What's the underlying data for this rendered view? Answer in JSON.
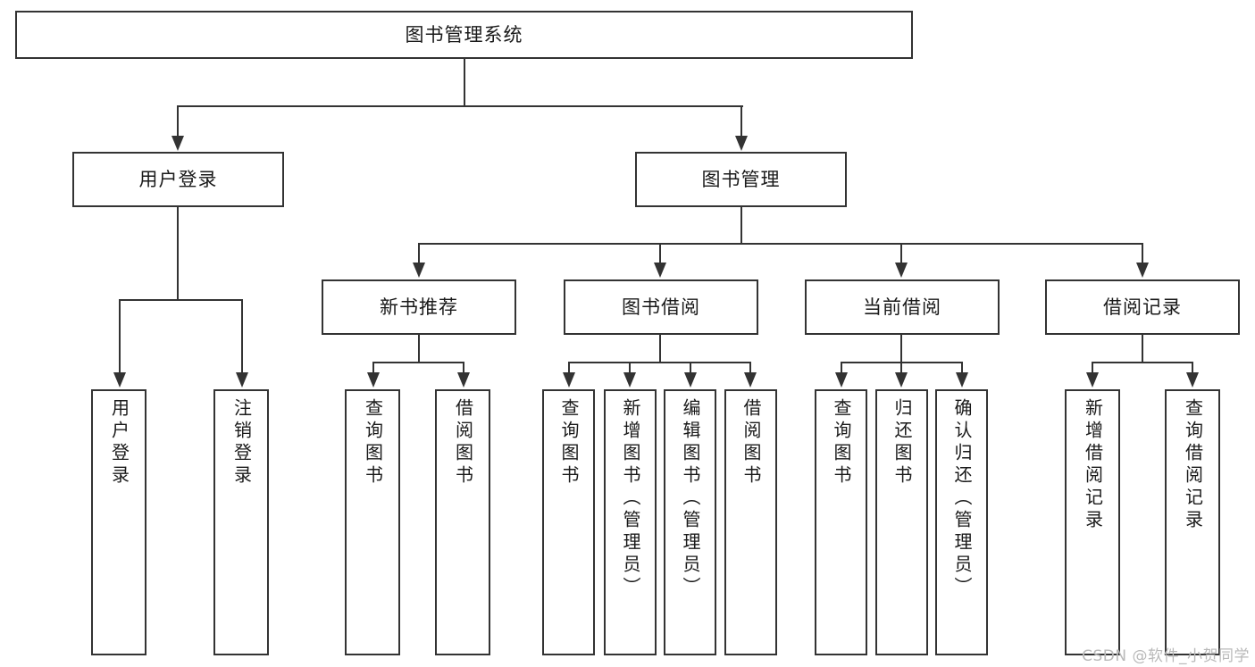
{
  "diagram": {
    "title": "图书管理系统",
    "type": "tree-hierarchy",
    "watermark": "CSDN @软件_小贺同学",
    "root": {
      "id": "root",
      "label": "图书管理系统"
    },
    "level2": [
      {
        "id": "user-login",
        "label": "用户登录"
      },
      {
        "id": "book-manage",
        "label": "图书管理"
      }
    ],
    "level3": [
      {
        "id": "new-book-rec",
        "label": "新书推荐",
        "parent": "book-manage"
      },
      {
        "id": "book-borrow",
        "label": "图书借阅",
        "parent": "book-manage"
      },
      {
        "id": "current-borrow",
        "label": "当前借阅",
        "parent": "book-manage"
      },
      {
        "id": "borrow-record",
        "label": "借阅记录",
        "parent": "book-manage"
      }
    ],
    "leaves": [
      {
        "id": "leaf-user-login",
        "label": "用户登录",
        "parent": "user-login"
      },
      {
        "id": "leaf-logout",
        "label": "注销登录",
        "parent": "user-login"
      },
      {
        "id": "leaf-query-book-1",
        "label": "查询图书",
        "parent": "new-book-rec"
      },
      {
        "id": "leaf-borrow-book-1",
        "label": "借阅图书",
        "parent": "new-book-rec"
      },
      {
        "id": "leaf-query-book-2",
        "label": "查询图书",
        "parent": "book-borrow"
      },
      {
        "id": "leaf-add-book",
        "label": "新增图书（管理员）",
        "parent": "book-borrow"
      },
      {
        "id": "leaf-edit-book",
        "label": "编辑图书（管理员）",
        "parent": "book-borrow"
      },
      {
        "id": "leaf-borrow-book-2",
        "label": "借阅图书",
        "parent": "book-borrow"
      },
      {
        "id": "leaf-query-book-3",
        "label": "查询图书",
        "parent": "current-borrow"
      },
      {
        "id": "leaf-return-book",
        "label": "归还图书",
        "parent": "current-borrow"
      },
      {
        "id": "leaf-confirm-return",
        "label": "确认归还（管理员）",
        "parent": "current-borrow"
      },
      {
        "id": "leaf-add-record",
        "label": "新增借阅记录",
        "parent": "borrow-record"
      },
      {
        "id": "leaf-query-record",
        "label": "查询借阅记录",
        "parent": "borrow-record"
      }
    ],
    "colors": {
      "stroke": "#333333",
      "fill": "#ffffff",
      "text": "#1a1a1a",
      "watermark": "#b9b9b9"
    }
  }
}
